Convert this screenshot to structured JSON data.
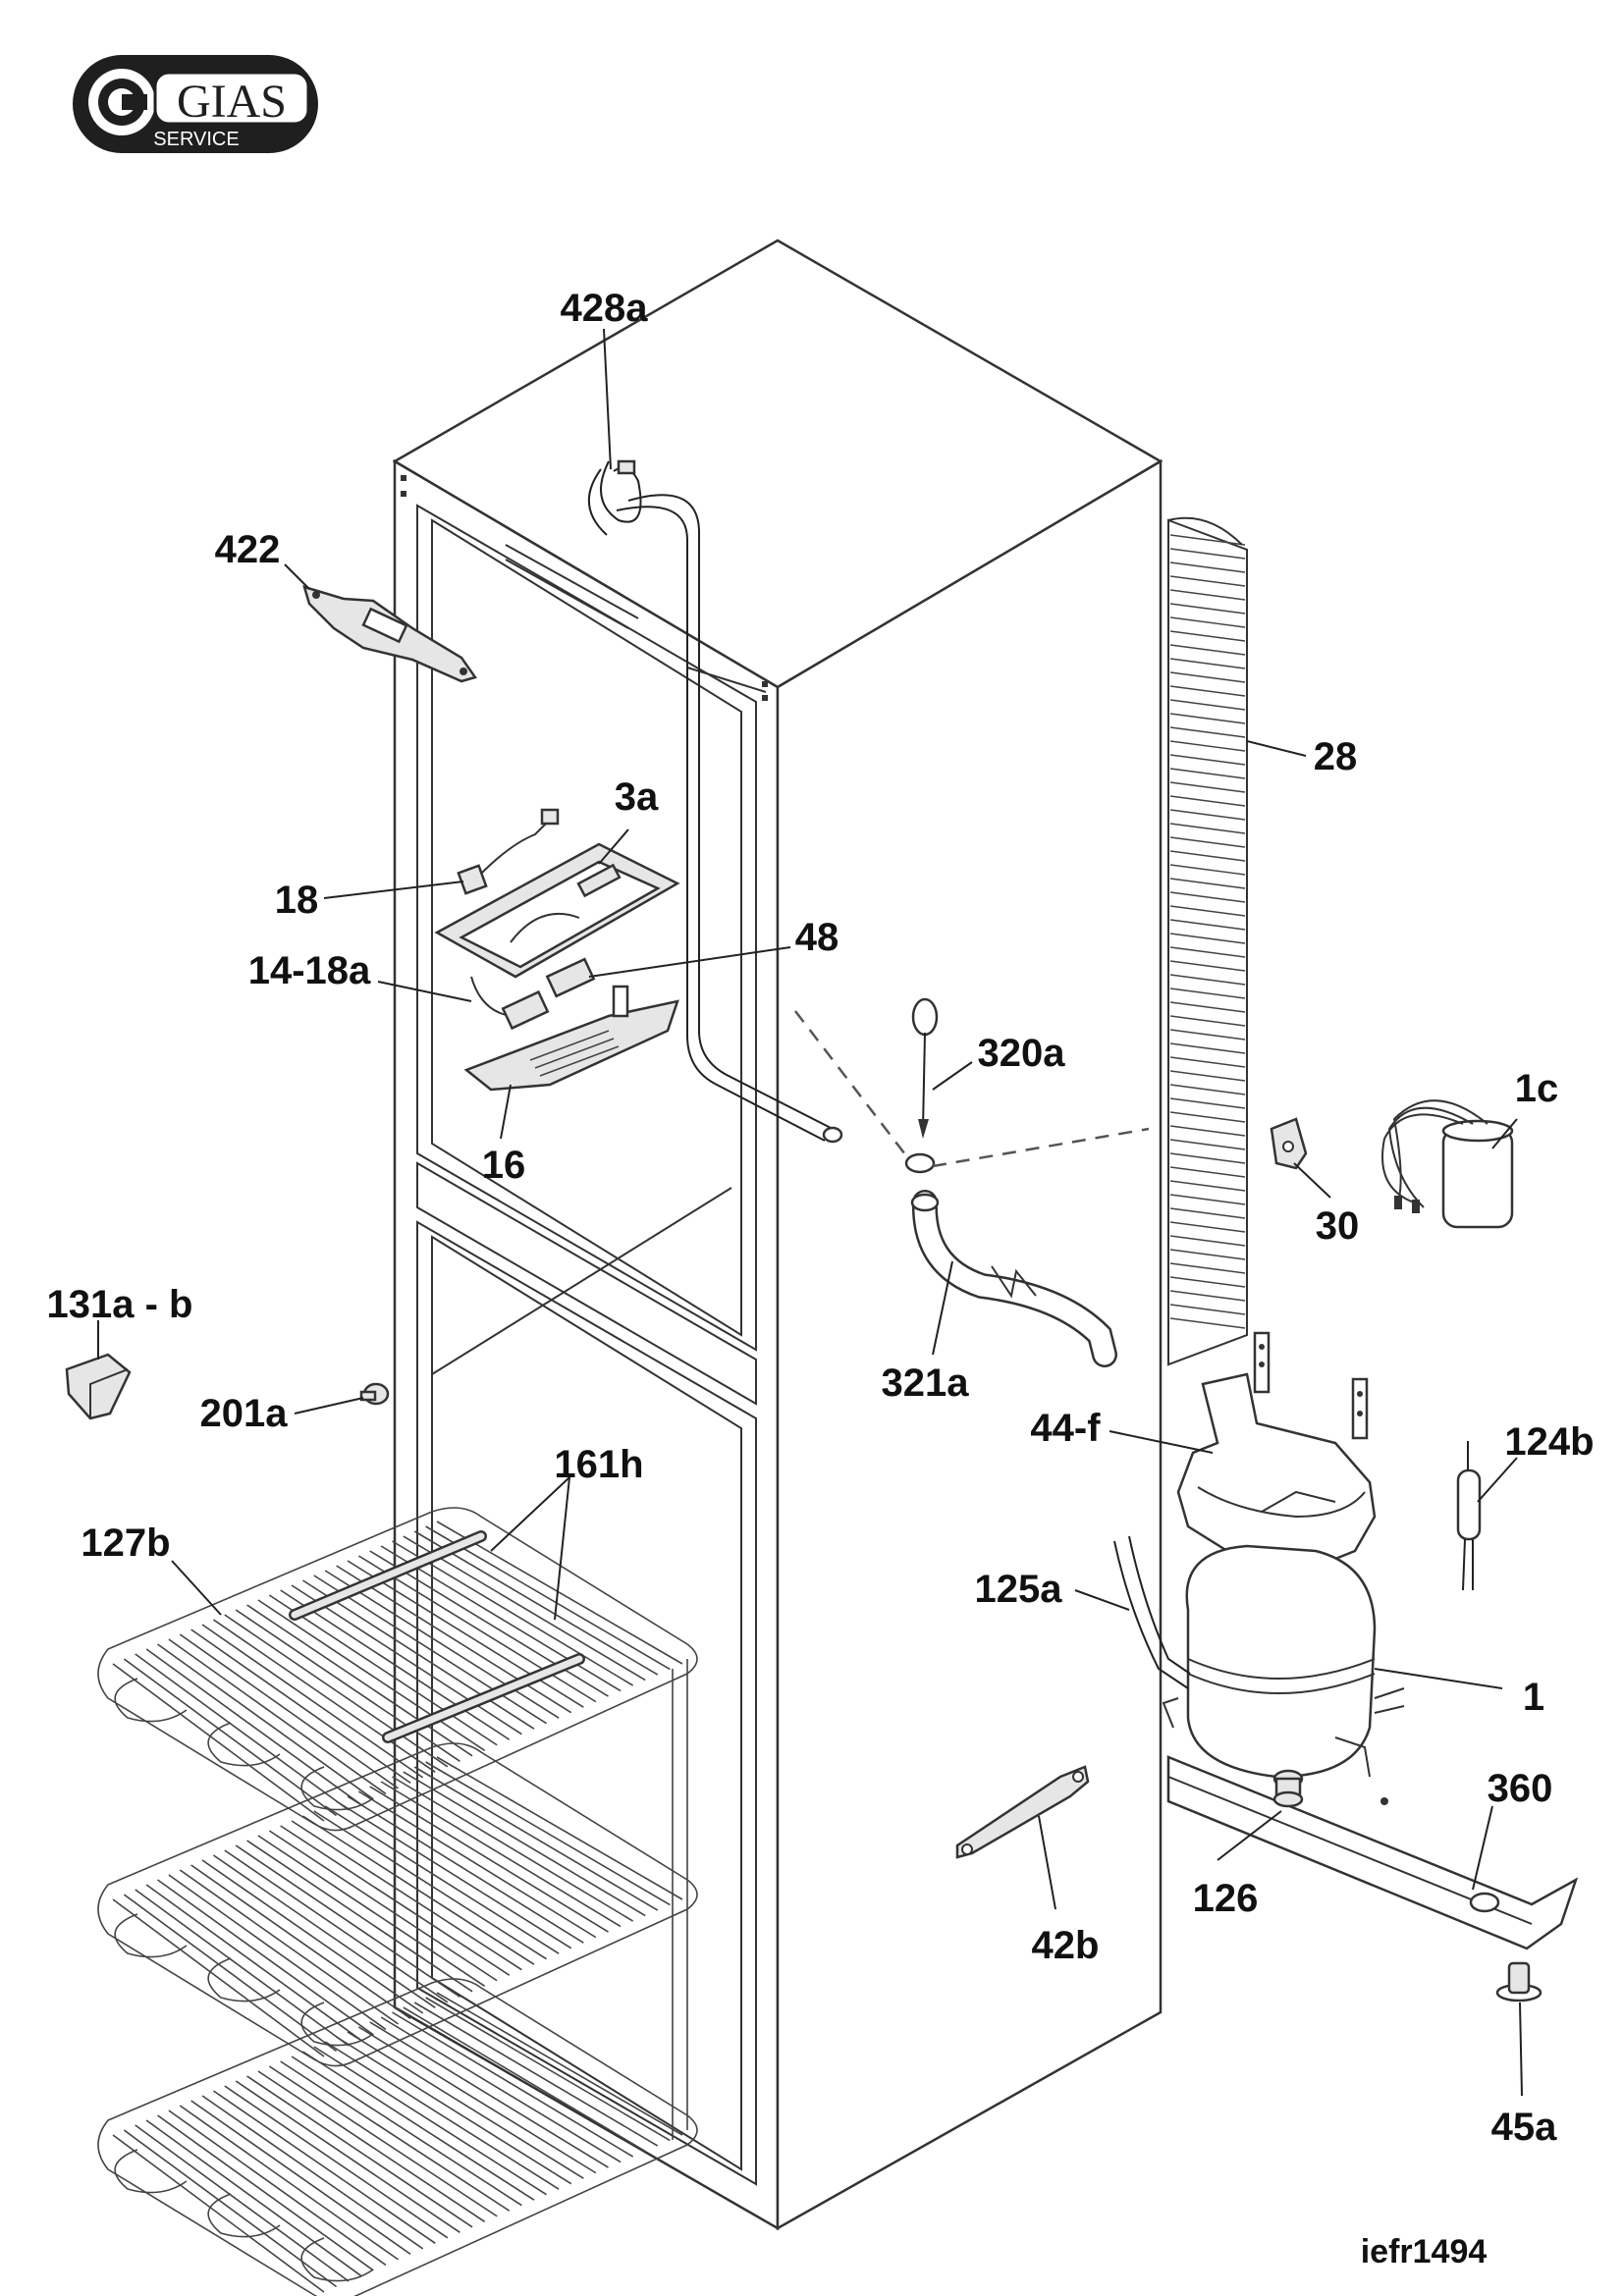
{
  "logo": {
    "brand": "GIAS",
    "sub": "SERVICE",
    "colors": {
      "dark": "#1f1f1f",
      "light": "#ffffff"
    }
  },
  "drawing_code": "iefr1494",
  "labels": {
    "p428a": "428a",
    "p422": "422",
    "p28": "28",
    "p3a": "3a",
    "p18": "18",
    "p48": "48",
    "p14_18a": "14-18a",
    "p320a": "320a",
    "p16": "16",
    "p1c": "1c",
    "p30": "30",
    "p131a_b": "131a - b",
    "p321a": "321a",
    "p201a": "201a",
    "p44f": "44-f",
    "p124b": "124b",
    "p161h": "161h",
    "p127b": "127b",
    "p125a": "125a",
    "p1": "1",
    "p360": "360",
    "p126": "126",
    "p42b": "42b",
    "p45a": "45a"
  }
}
